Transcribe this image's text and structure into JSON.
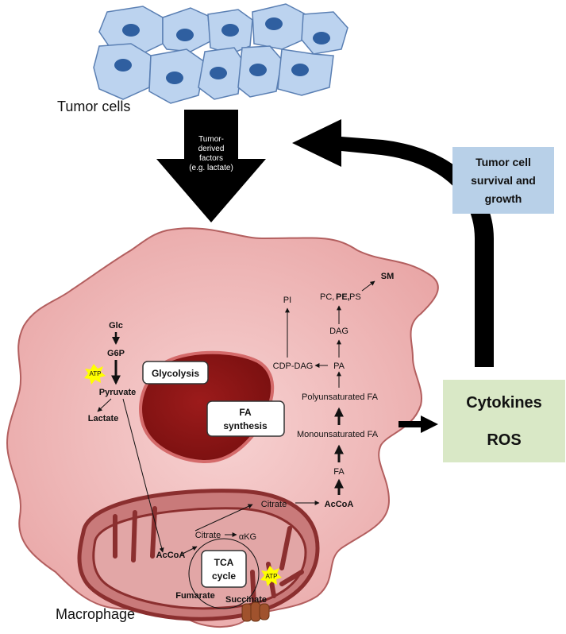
{
  "figure": {
    "tumor_cells_label": "Tumor cells",
    "tumor_factors": [
      "Tumor-",
      "derived",
      "factors",
      "(e.g. lactate)"
    ],
    "macrophage_label": "Macrophage",
    "survival_box": [
      "Tumor cell",
      "survival and",
      "growth"
    ],
    "output_box": {
      "line1": "Cytokines",
      "line2": "ROS"
    },
    "glycolysis_box": "Glycolysis",
    "fa_synthesis_box": [
      "FA",
      "synthesis"
    ],
    "tca_box": [
      "TCA",
      "cycle"
    ],
    "glycolysis": {
      "glc": "Glc",
      "g6p": "G6P",
      "pyruvate": "Pyruvate",
      "lactate": "Lactate",
      "atp": "ATP"
    },
    "tca": {
      "acetyl_coa": "AcCoA",
      "citrate": "Citrate",
      "akg": "αKG",
      "succinate": "Succinate",
      "fumarate": "Fumarate",
      "atp": "ATP",
      "citrate_out": "Citrate"
    },
    "lipid": {
      "accoa": "AcCoA",
      "fa": "FA",
      "mufa": "Monounsaturated FA",
      "pufa": "Polyunsaturated FA",
      "pa": "PA",
      "cdp_dag": "CDP-DAG",
      "pi": "PI",
      "dag": "DAG",
      "pc_pre": "PC,",
      "pc_pe": "PE,",
      "pc_post": "PS",
      "sm": "SM"
    }
  },
  "colors": {
    "cell_fill": "#bcd3ef",
    "cell_stroke": "#5a7fb3",
    "nucleus": "#2f5fa0",
    "macrophage_fill": "#f2c3c3",
    "macrophage_stroke": "#b35f5f",
    "nucleus_dark": "#a52a2a",
    "mito_fill": "#c97a7a",
    "mito_stroke": "#8b2f2f",
    "survival_box": "#b8d0e8",
    "output_box": "#d9e8c6",
    "atp_star": "#ffff00",
    "atp_synthase": "#a0522d"
  }
}
